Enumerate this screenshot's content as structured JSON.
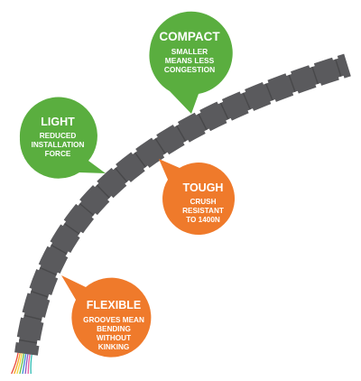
{
  "callouts": {
    "compact": {
      "title": "COMPACT",
      "lines": [
        "SMALLER",
        "MEANS LESS",
        "CONGESTION"
      ]
    },
    "light": {
      "title": "LIGHT",
      "lines": [
        "REDUCED",
        "INSTALLATION",
        "FORCE"
      ]
    },
    "tough": {
      "title": "TOUGH",
      "lines": [
        "CRUSH",
        "RESISTANT",
        "TO 1400N"
      ]
    },
    "flexible": {
      "title": "FLEXIBLE",
      "lines": [
        "GROOVES MEAN",
        "BENDING",
        "WITHOUT",
        "KINKING"
      ]
    }
  },
  "colors": {
    "green": "#5aae3f",
    "orange": "#ef7a2b",
    "cable": "#5a5a5d",
    "cable_edge": "#48484a",
    "fiber_colors": [
      "#e94b3c",
      "#f6a623",
      "#f3d33d",
      "#5fbf4a",
      "#3e8fd6",
      "#8f5bc4",
      "#e85d9d",
      "#2fbdb4"
    ]
  }
}
